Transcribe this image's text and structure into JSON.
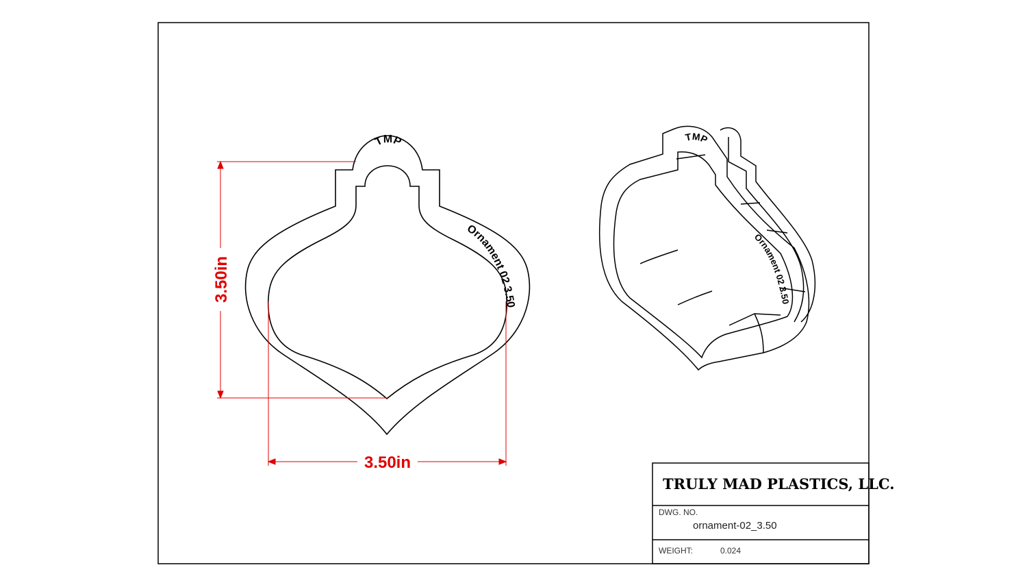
{
  "drawing": {
    "dimensions": {
      "height_label": "3.50in",
      "width_label": "3.50in",
      "color": "#e00000"
    },
    "embossing": {
      "top_text": "TMP",
      "side_text": "Ornament 02 3.50"
    }
  },
  "title_block": {
    "company": "TRULY MAD PLASTICS, LLC.",
    "dwg_no_label": "DWG. NO.",
    "dwg_no_value": "ornament-02_3.50",
    "weight_label": "WEIGHT:",
    "weight_value": "0.024"
  }
}
